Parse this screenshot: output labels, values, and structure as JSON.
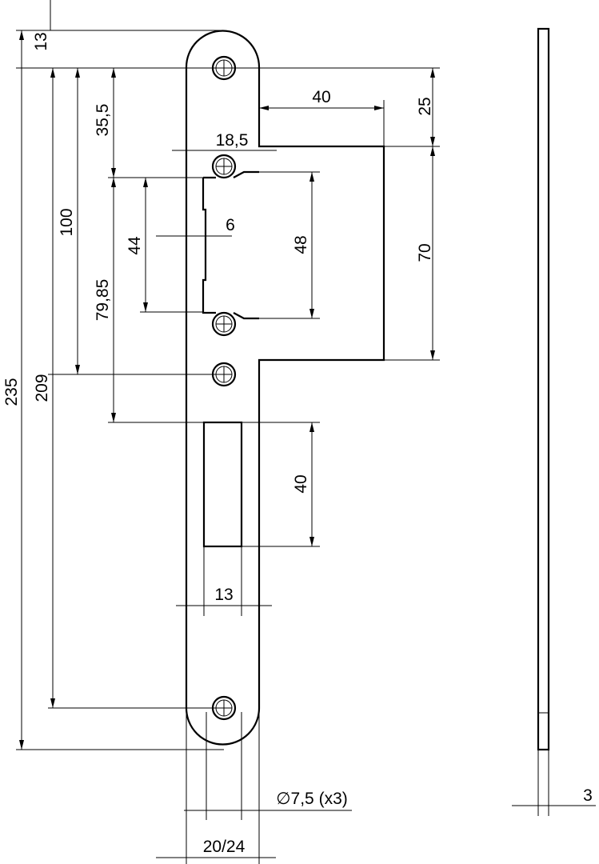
{
  "dimensions": {
    "overall_length": "235",
    "top_offset": "13",
    "hole_spacing_outer": "209",
    "hole_to_third_hole": "100",
    "hole_to_opening": "35,5",
    "opening_to_slot": "79,85",
    "opening_height_inner": "44",
    "opening_height": "48",
    "slot_height": "40",
    "lip_width": "40",
    "opening_edge": "18,5",
    "step": "6",
    "lip_offset": "25",
    "lip_height": "70",
    "slot_width": "13",
    "hole_diameter": "∅7,5 (x3)",
    "plate_width": "20/24",
    "thickness": "3"
  }
}
